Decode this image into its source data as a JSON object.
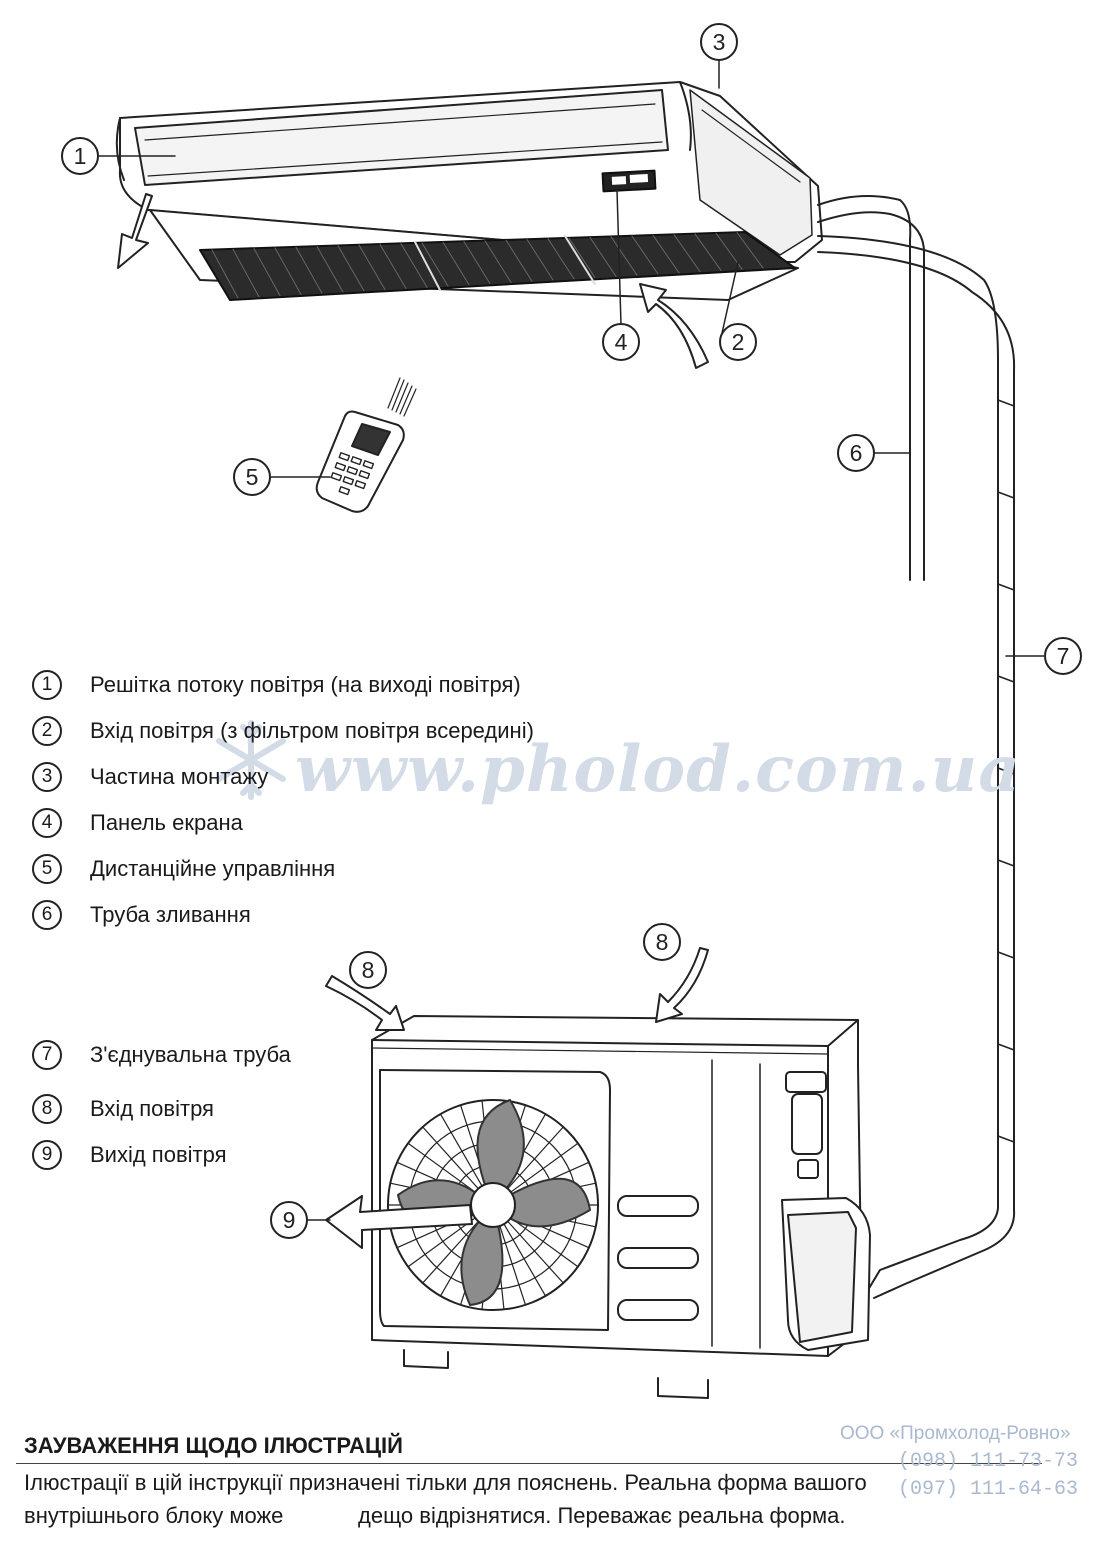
{
  "callouts": {
    "c1": "1",
    "c2": "2",
    "c3": "3",
    "c4": "4",
    "c5": "5",
    "c6": "6",
    "c7": "7",
    "c8a": "8",
    "c8b": "8",
    "c9": "9"
  },
  "legend": [
    {
      "num": "1",
      "text": "Решітка потоку повітря (на виході повітря)"
    },
    {
      "num": "2",
      "text": "Вхід повітря (з фільтром повітря всередині)"
    },
    {
      "num": "3",
      "text": "Частина монтажу"
    },
    {
      "num": "4",
      "text": "Панель екрана"
    },
    {
      "num": "5",
      "text": "Дистанційне управління"
    },
    {
      "num": "6",
      "text": "Труба зливання"
    },
    {
      "num": "7",
      "text": "З'єднувальна труба"
    },
    {
      "num": "8",
      "text": "Вхід повітря"
    },
    {
      "num": "9",
      "text": "Вихід повітря"
    }
  ],
  "watermark": "www.pholod.com.ua",
  "note": {
    "title": "ЗАУВАЖЕННЯ ЩОДО ІЛЮСТРАЦІЙ",
    "line1": "Ілюстрації в цій інструкції призначені тільки для пояснень. Реальна форма вашого",
    "line2a": "внутрішнього блоку може",
    "line2b": "дещо відрізнятися. Переважає реальна форма."
  },
  "company": {
    "name": "ООО «Промхолод-Ровно»",
    "phone1": "(098) 111-73-73",
    "phone2": "(097) 111-64-63"
  },
  "colors": {
    "line": "#222222",
    "fan_blade": "#8c8c8c",
    "grille": "#555555",
    "watermark": "#d3dbe6"
  }
}
